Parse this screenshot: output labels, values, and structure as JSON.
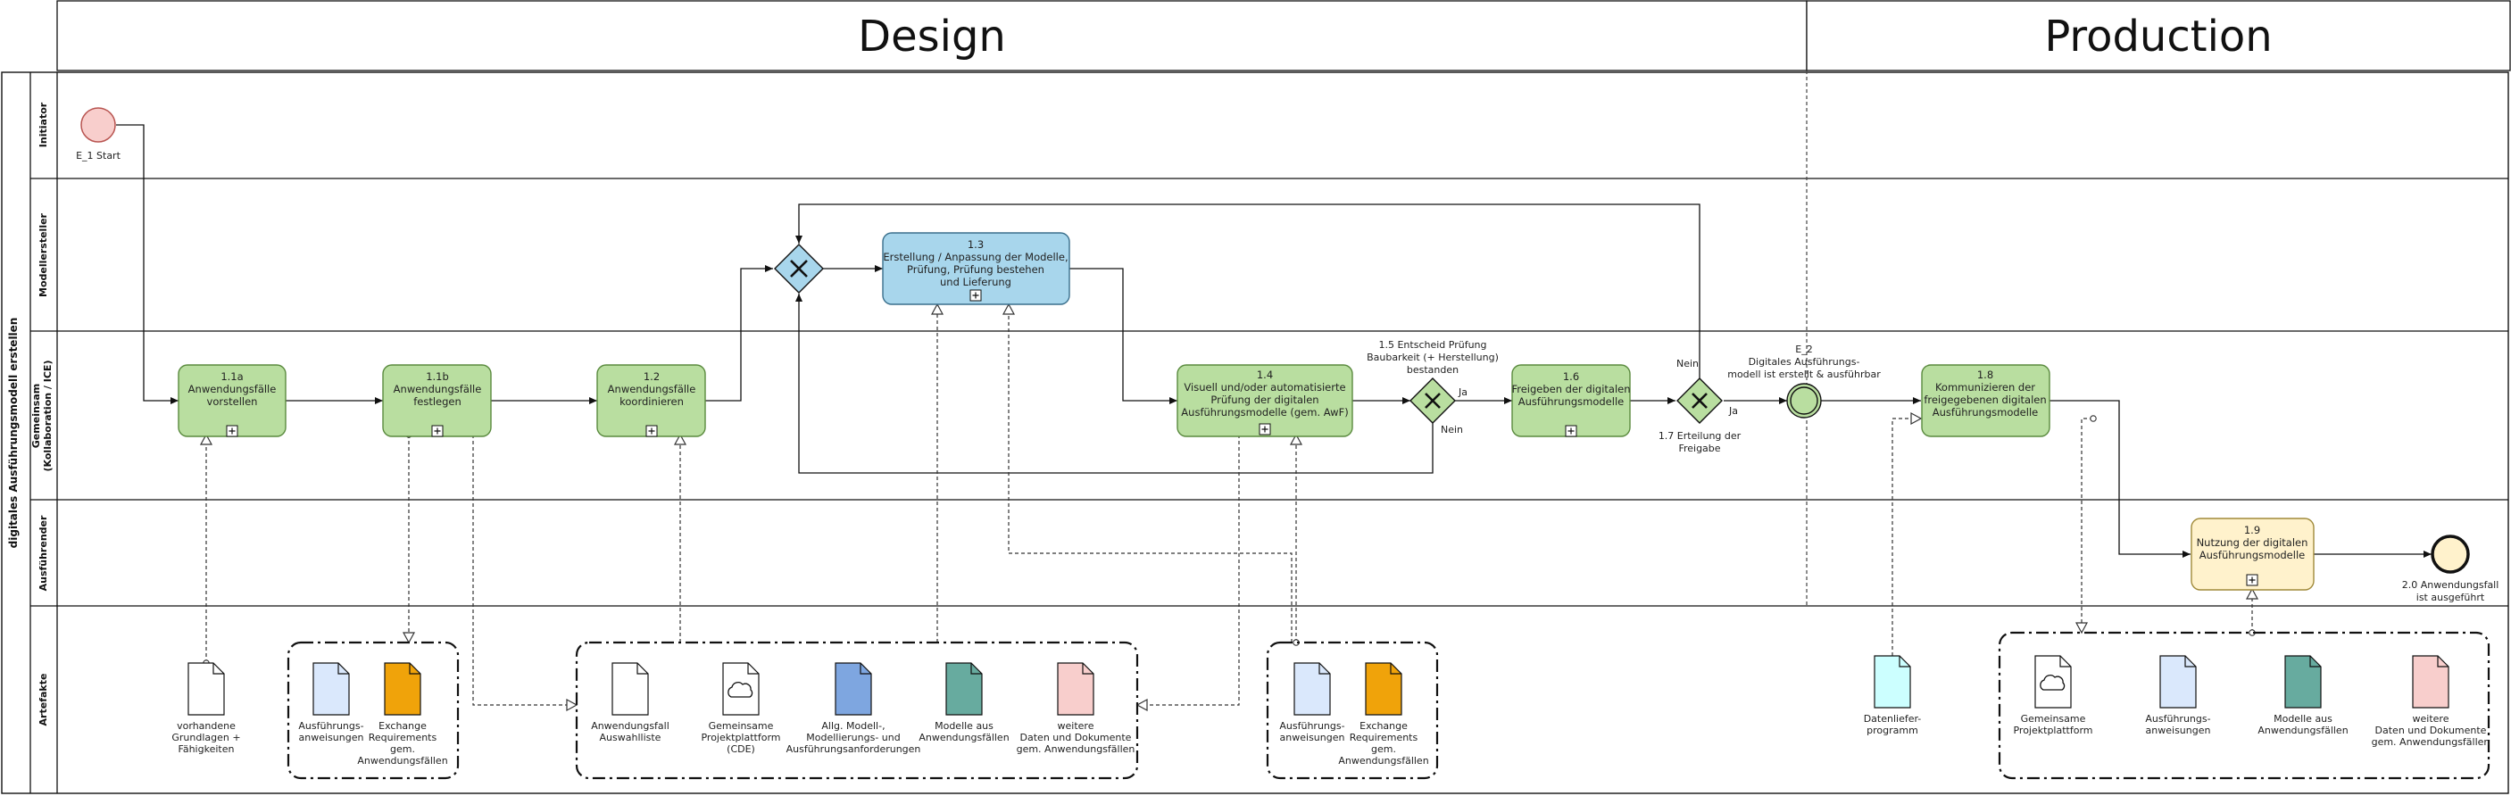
{
  "phases": {
    "design": "Design",
    "production": "Production"
  },
  "pool": {
    "label": "digitales Ausführungsmodell erstellen"
  },
  "lanes": {
    "initiator": "Initiator",
    "modellersteller": "Modellersteller",
    "gemeinsam_line1": "Gemeinsam",
    "gemeinsam_line2": "(Kollaboration / ICE)",
    "ausfuehrender": "Ausführender",
    "artefakte": "Artefakte"
  },
  "events": {
    "start": "E_1 Start",
    "e2_line1": "E_2",
    "e2_line2": "Digitales Ausführungs-",
    "e2_line3": "modell ist erstellt & ausführbar",
    "end_line1": "2.0 Anwendungsfall",
    "end_line2": "ist ausgeführt"
  },
  "tasks": {
    "t11a": {
      "id": "1.1a",
      "line1": "Anwendungsfälle",
      "line2": "vorstellen"
    },
    "t11b": {
      "id": "1.1b",
      "line1": "Anwendungsfälle",
      "line2": "festlegen"
    },
    "t12": {
      "id": "1.2",
      "line1": "Anwendungsfälle",
      "line2": "koordinieren"
    },
    "t13": {
      "id": "1.3",
      "line1": "Erstellung / Anpassung der Modelle,",
      "line2": "Prüfung, Prüfung bestehen",
      "line3": "und Lieferung"
    },
    "t14": {
      "id": "1.4",
      "line1": "Visuell und/oder automatisierte",
      "line2": "Prüfung der digitalen",
      "line3": "Ausführungsmodelle (gem. AwF)"
    },
    "t16": {
      "id": "1.6",
      "line1": "Freigeben der digitalen",
      "line2": "Ausführungsmodelle"
    },
    "t18": {
      "id": "1.8",
      "line1": "Kommunizieren der",
      "line2": "freigegebenen digitalen",
      "line3": "Ausführungsmodelle"
    },
    "t19": {
      "id": "1.9",
      "line1": "Nutzung der digitalen",
      "line2": "Ausführungsmodelle"
    }
  },
  "gateways": {
    "g15_line1": "1.5 Entscheid Prüfung",
    "g15_line2": "Baubarkeit (+ Herstellung)",
    "g15_line3": "bestanden",
    "g15_ja": "Ja",
    "g15_nein": "Nein",
    "g17_line1": "1.7 Erteilung der",
    "g17_line2": "Freigabe",
    "g17_ja": "Ja",
    "g17_nein": "Nein"
  },
  "artifacts": {
    "grundlagen": [
      "vorhandene",
      "Grundlagen +",
      "Fähigkeiten"
    ],
    "g1_ausf": [
      "Ausführungs-",
      "anweisungen"
    ],
    "g1_exch": [
      "Exchange",
      "Requirements",
      "gem.",
      "Anwendungsfällen"
    ],
    "g2_awf": [
      "Anwendungsfall",
      "Auswahlliste"
    ],
    "g2_cde": [
      "Gemeinsame",
      "Projektplattform",
      "(CDE)"
    ],
    "g2_allg": [
      "Allg. Modell-,",
      "Modellierungs- und",
      "Ausführungsanforderungen"
    ],
    "g2_modelle": [
      "Modelle aus",
      "Anwendungsfällen"
    ],
    "g2_weitere": [
      "weitere",
      "Daten und Dokumente",
      "gem. Anwendungsfällen"
    ],
    "g3_ausf": [
      "Ausführungs-",
      "anweisungen"
    ],
    "g3_exch": [
      "Exchange",
      "Requirements",
      "gem.",
      "Anwendungsfällen"
    ],
    "datenliefer": [
      "Datenliefer-",
      "programm"
    ],
    "g4_plattform": [
      "Gemeinsame",
      "Projektplattform"
    ],
    "g4_ausf": [
      "Ausführungs-",
      "anweisungen"
    ],
    "g4_modelle": [
      "Modelle aus",
      "Anwendungsfällen"
    ],
    "g4_weitere": [
      "weitere",
      "Daten und Dokumente",
      "gem. Anwendungsfällen"
    ]
  },
  "colors": {
    "task_green": "#b9dea0",
    "task_green_stroke": "#5a8a3e",
    "task_blue": "#a8d6ec",
    "task_blue_stroke": "#3a6f8c",
    "task_yellow": "#fff2cc",
    "task_yellow_stroke": "#a08a3a",
    "start_fill": "#f8cecc",
    "start_stroke": "#b85450",
    "doc_white": "#ffffff",
    "doc_lightblue": "#dae8fc",
    "doc_orange": "#f0a30a",
    "doc_blue": "#7ea6e0",
    "doc_teal": "#67ab9f",
    "doc_pink": "#f8cecc",
    "doc_cyan": "#ccffff"
  }
}
